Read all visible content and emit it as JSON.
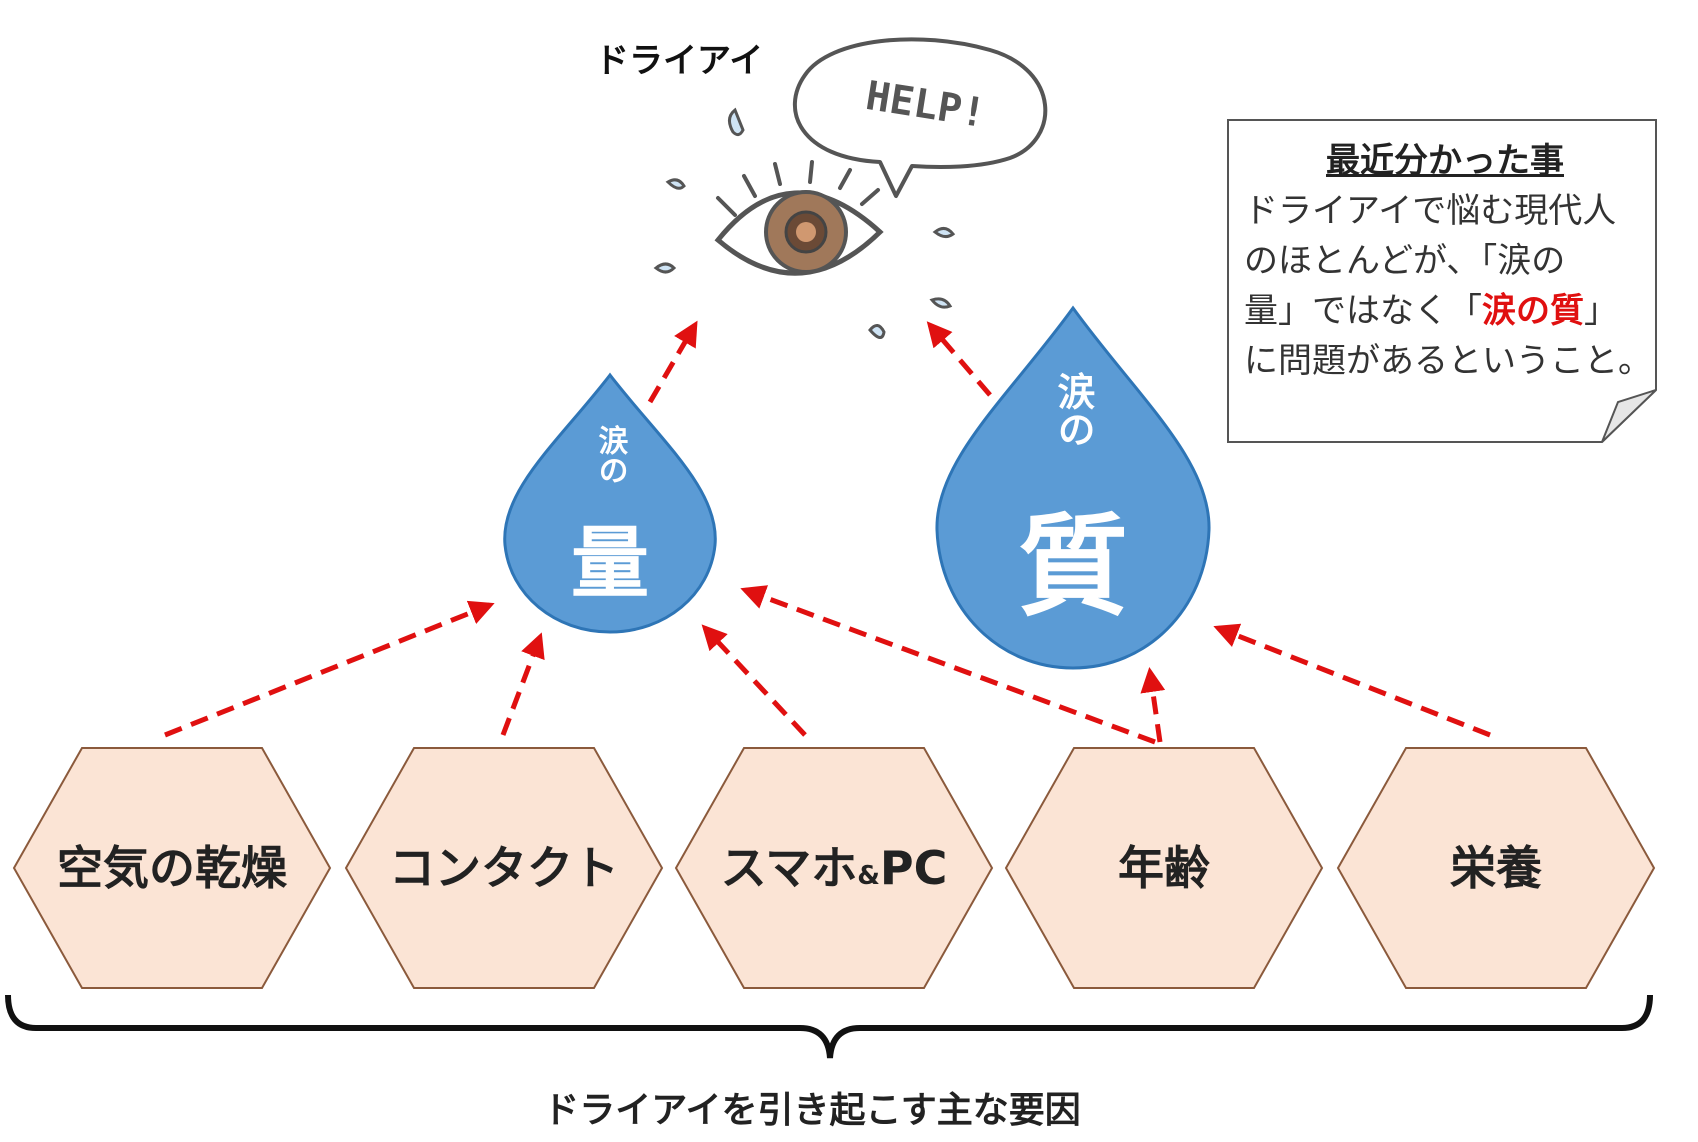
{
  "top_label": "ドライアイ",
  "speech_bubble": "HELP!",
  "drops": [
    {
      "id": "amount",
      "small": "涙の",
      "big": "量"
    },
    {
      "id": "quality",
      "small": "涙の",
      "big": "質"
    }
  ],
  "factors": [
    {
      "id": "dry-air",
      "label": "空気の乾燥"
    },
    {
      "id": "contact",
      "label": "コンタクト"
    },
    {
      "id": "smartphone-pc",
      "label_main": "スマホ",
      "label_amp": "&",
      "label_tail": "PC"
    },
    {
      "id": "age",
      "label": "年齢"
    },
    {
      "id": "nutrition",
      "label": "栄養"
    }
  ],
  "bottom_label": "ドライアイを引き起こす主な要因",
  "note": {
    "title": "最近分かった事",
    "line1": "ドライアイで悩む現代人",
    "line2": "のほとんどが、「涙の",
    "line3_pre": "量」ではなく「",
    "line3_accent": "涙の質",
    "line3_post": "」",
    "line4": "に問題があるということ。"
  },
  "colors": {
    "drop_fill": "#5b9bd5",
    "drop_stroke": "#2e75b6",
    "hex_fill": "#fbe4d5",
    "hex_stroke": "#8b5a3c",
    "arrow": "#e01010",
    "accent_text": "#e01010"
  }
}
